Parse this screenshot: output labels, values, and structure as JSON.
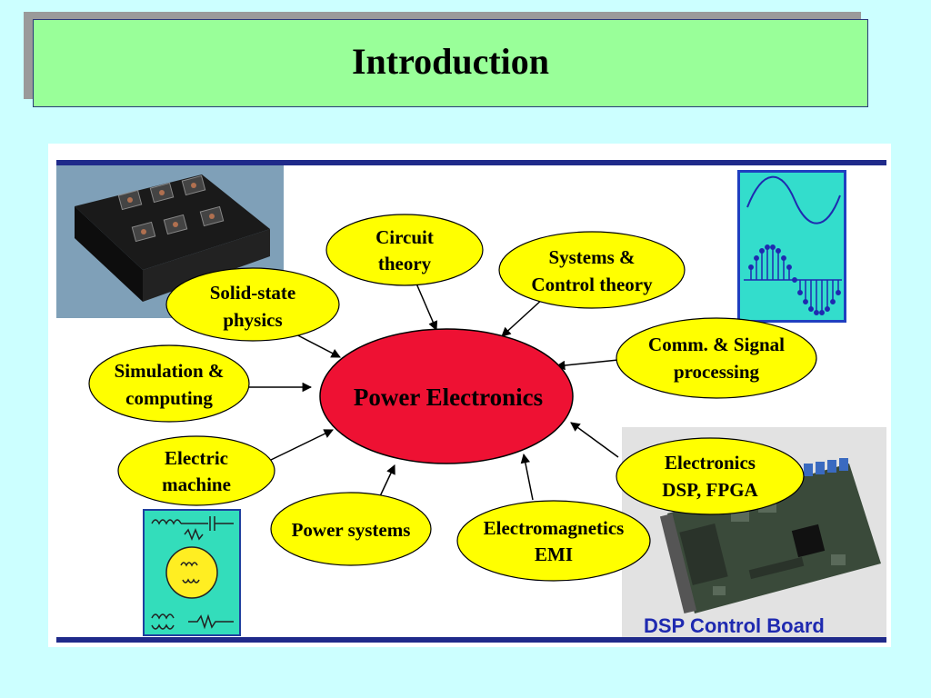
{
  "slide": {
    "title": "Introduction"
  },
  "center": {
    "label": "Power Electronics"
  },
  "nodes": [
    {
      "id": "circuit",
      "lines": [
        "Circuit",
        "theory"
      ]
    },
    {
      "id": "systems",
      "lines": [
        "Systems &",
        "Control theory"
      ]
    },
    {
      "id": "solid",
      "lines": [
        "Solid-state",
        "physics"
      ]
    },
    {
      "id": "comm",
      "lines": [
        "Comm. & Signal",
        "processing"
      ]
    },
    {
      "id": "sim",
      "lines": [
        "Simulation &",
        "computing"
      ]
    },
    {
      "id": "machine",
      "lines": [
        "Electric",
        "machine"
      ]
    },
    {
      "id": "electronics",
      "lines": [
        "Electronics",
        "DSP, FPGA"
      ]
    },
    {
      "id": "power",
      "lines": [
        "Power systems"
      ]
    },
    {
      "id": "em",
      "lines": [
        "Electromagnetics",
        "EMI"
      ]
    }
  ],
  "images": {
    "dsp_caption": "DSP Control Board"
  },
  "colors": {
    "bubble": "#ffff00",
    "center": "#ee1133",
    "bar": "#1f2a8a",
    "background": "#ccffff",
    "title_bg": "#99ff99"
  }
}
